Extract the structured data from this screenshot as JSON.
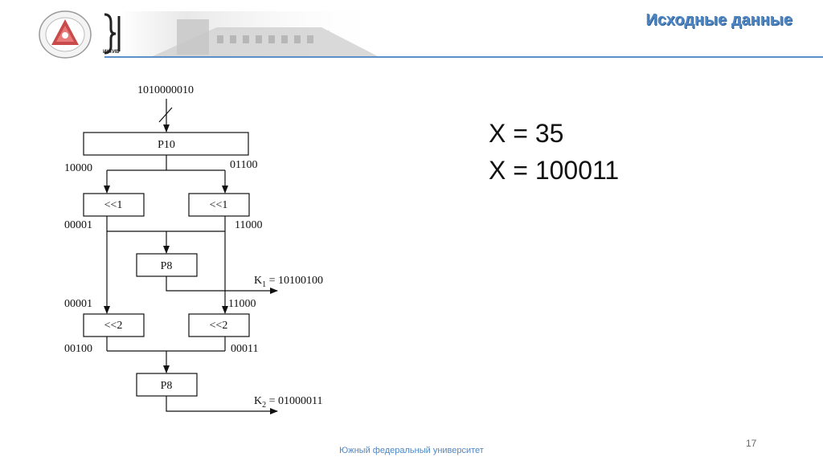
{
  "header": {
    "title": "Исходные данные",
    "ictib_logo_text": "ИКТИБ",
    "colors": {
      "accent": "#4f87c4",
      "line": "#5a8fc8"
    }
  },
  "diagram": {
    "input_key": "1010000010",
    "p10_label": "P10",
    "left_half": "10000",
    "right_half": "01100",
    "ls1_left_label": "<<1",
    "ls1_right_label": "<<1",
    "after_ls1_left": "00001",
    "after_ls1_right": "11000",
    "p8_top_label": "P8",
    "k1_label": "K",
    "k1_sub": "1",
    "k1_value": " = 10100100",
    "left_before_ls2": "00001",
    "right_before_ls2": "11000",
    "ls2_left_label": "<<2",
    "ls2_right_label": "<<2",
    "after_ls2_left": "00100",
    "after_ls2_right": "00011",
    "p8_bottom_label": "P8",
    "k2_label": "K",
    "k2_sub": "2",
    "k2_value": " = 01000011"
  },
  "formulas": {
    "line1": "X = 35",
    "line2": "X = 100011"
  },
  "footer": {
    "university": "Южный федеральный университет",
    "page_number": "17"
  }
}
